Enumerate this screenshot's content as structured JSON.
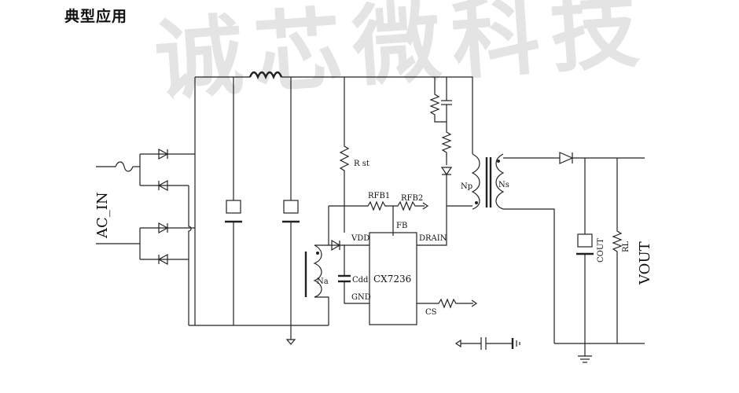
{
  "page": {
    "title": "典型应用",
    "watermark": "诚芯微科技"
  },
  "labels": {
    "ac_in": "AC_IN",
    "vout": "VOUT",
    "rst": "R st",
    "rfb1": "RFB1",
    "rfb2": "RFB2",
    "fb": "FB",
    "vdd": "VDD",
    "drain": "DRAIN",
    "gnd": "GND",
    "cs": "CS",
    "cdd": "Cdd",
    "na": "Na",
    "np": "Np",
    "ns": "Ns",
    "cout": "COUT",
    "rl": "RL",
    "chip": "CX7236"
  }
}
